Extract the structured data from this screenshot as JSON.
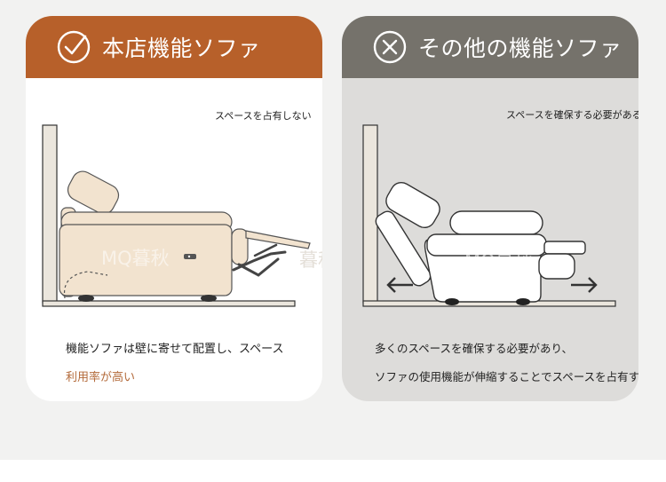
{
  "colors": {
    "brand_orange": "#b7602a",
    "grey_header": "#75726b",
    "sofa_beige": "#f2e3cf",
    "accent_text": "#b36a3a"
  },
  "left_card": {
    "title": "本店機能ソファ",
    "icon": "check-circle-icon",
    "caption": "スペースを占有しない",
    "desc_line1": "機能ソファは壁に寄せて配置し、スペース",
    "accent_text": "利用率が高い"
  },
  "right_card": {
    "title": "その他の機能ソファ",
    "icon": "x-circle-icon",
    "caption": "スペースを確保する必要がある",
    "desc_line1": "多くのスペースを確保する必要があり、",
    "desc_line2": "ソファの使用機能が伸縮することでスペースを占有する"
  },
  "watermarks": [
    "MQ暮秋",
    "暮秋",
    "MQ暮秋"
  ]
}
